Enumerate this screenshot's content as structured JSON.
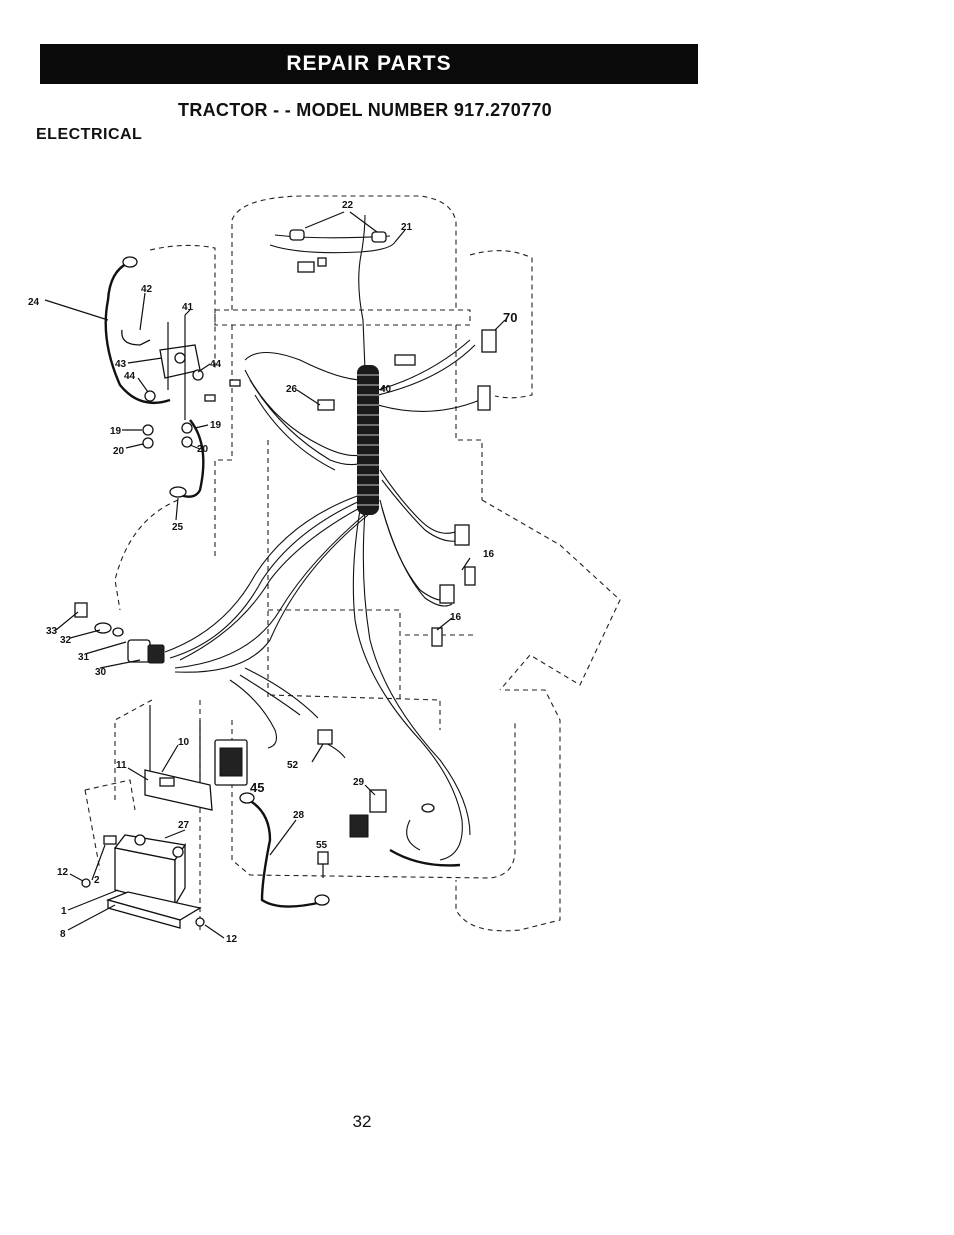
{
  "header": {
    "title": "REPAIR PARTS"
  },
  "subtitle": "TRACTOR - - MODEL NUMBER 917.270770",
  "section": "ELECTRICAL",
  "page_number": "32",
  "callouts": {
    "c22": "22",
    "c21": "21",
    "c70": "70",
    "c24": "24",
    "c42": "42",
    "c41": "41",
    "c43": "43",
    "c44a": "44",
    "c44b": "44",
    "c19a": "19",
    "c19b": "19",
    "c20a": "20",
    "c20b": "20",
    "c25": "25",
    "c26": "26",
    "c40": "40",
    "c16a": "16",
    "c16b": "16",
    "c33": "33",
    "c32": "32",
    "c31": "31",
    "c30": "30",
    "c10": "10",
    "c11": "11",
    "c45": "45",
    "c52": "52",
    "c29": "29",
    "c28": "28",
    "c27": "27",
    "c55": "55",
    "c12a": "12",
    "c12b": "12",
    "c2": "2",
    "c1": "1",
    "c8": "8"
  }
}
